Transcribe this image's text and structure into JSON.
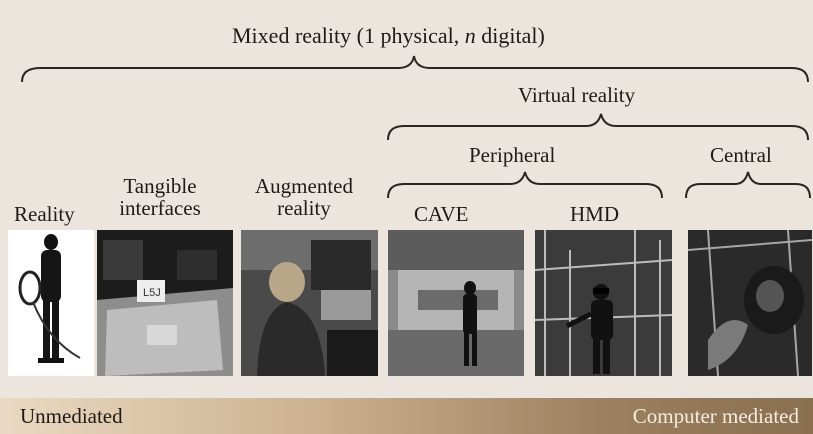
{
  "title": {
    "prefix": "Mixed reality (1 physical, ",
    "n": "n",
    "suffix": " digital)"
  },
  "virtual_reality": "Virtual reality",
  "peripheral": "Peripheral",
  "central": "Central",
  "categories": {
    "reality": "Reality",
    "tangible": "Tangible interfaces",
    "augmented": "Augmented reality",
    "cave": "CAVE",
    "hmd": "HMD"
  },
  "spectrum": {
    "left": "Unmediated",
    "right": "Computer mediated"
  }
}
